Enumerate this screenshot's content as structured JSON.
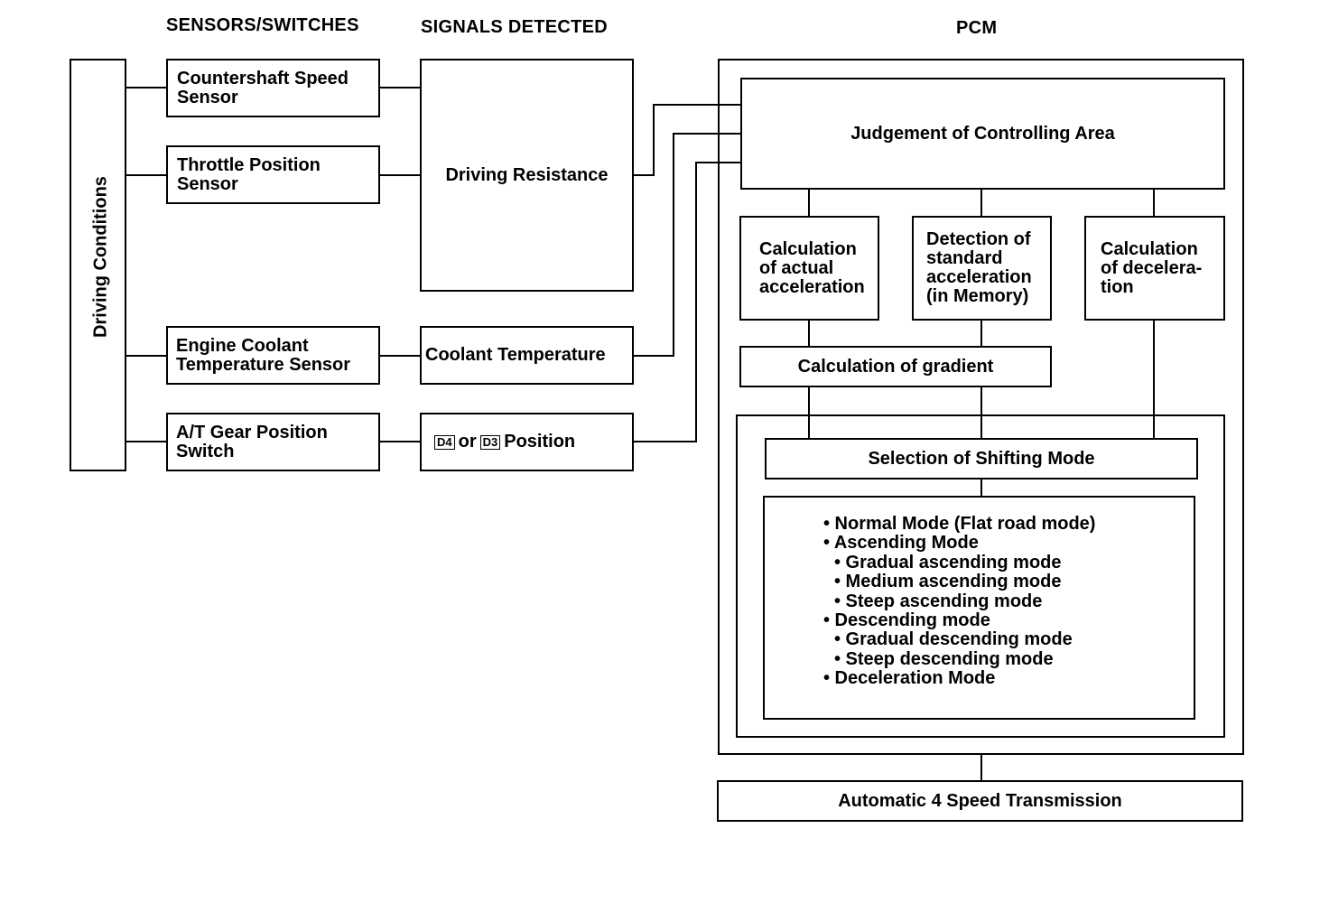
{
  "headers": {
    "sensors": "SENSORS/SWITCHES",
    "signals": "SIGNALS DETECTED",
    "pcm": "PCM"
  },
  "driving_conditions": "Driving Conditions",
  "sensors": {
    "countershaft": [
      "Countershaft Speed",
      "Sensor"
    ],
    "throttle": [
      "Throttle Position",
      "Sensor"
    ],
    "coolant": [
      "Engine Coolant",
      "Temperature Sensor"
    ],
    "gear_switch": [
      "A/T Gear Position",
      "Switch"
    ]
  },
  "signals": {
    "driving_resistance": "Driving Resistance",
    "coolant_temperature": "Coolant Temperature",
    "gear_d4": "D4",
    "gear_or": "or",
    "gear_d3": "D3",
    "gear_position": "Position"
  },
  "pcm": {
    "judgement": "Judgement of Controlling Area",
    "calc_actual": [
      "Calculation",
      "of actual",
      "acceleration"
    ],
    "detect_standard": [
      "Detection of",
      "standard",
      "acceleration",
      "(in Memory)"
    ],
    "calc_decel": [
      "Calculation",
      "of decelera-",
      "tion"
    ],
    "calc_gradient": "Calculation of gradient",
    "selection": "Selection of Shifting Mode",
    "modes": [
      "• Normal Mode (Flat road mode)",
      "• Ascending Mode",
      "• Gradual ascending mode",
      "• Medium ascending mode",
      "• Steep ascending mode",
      "• Descending mode",
      "• Gradual descending mode",
      "• Steep descending mode",
      "• Deceleration Mode"
    ]
  },
  "transmission": "Automatic 4 Speed Transmission"
}
